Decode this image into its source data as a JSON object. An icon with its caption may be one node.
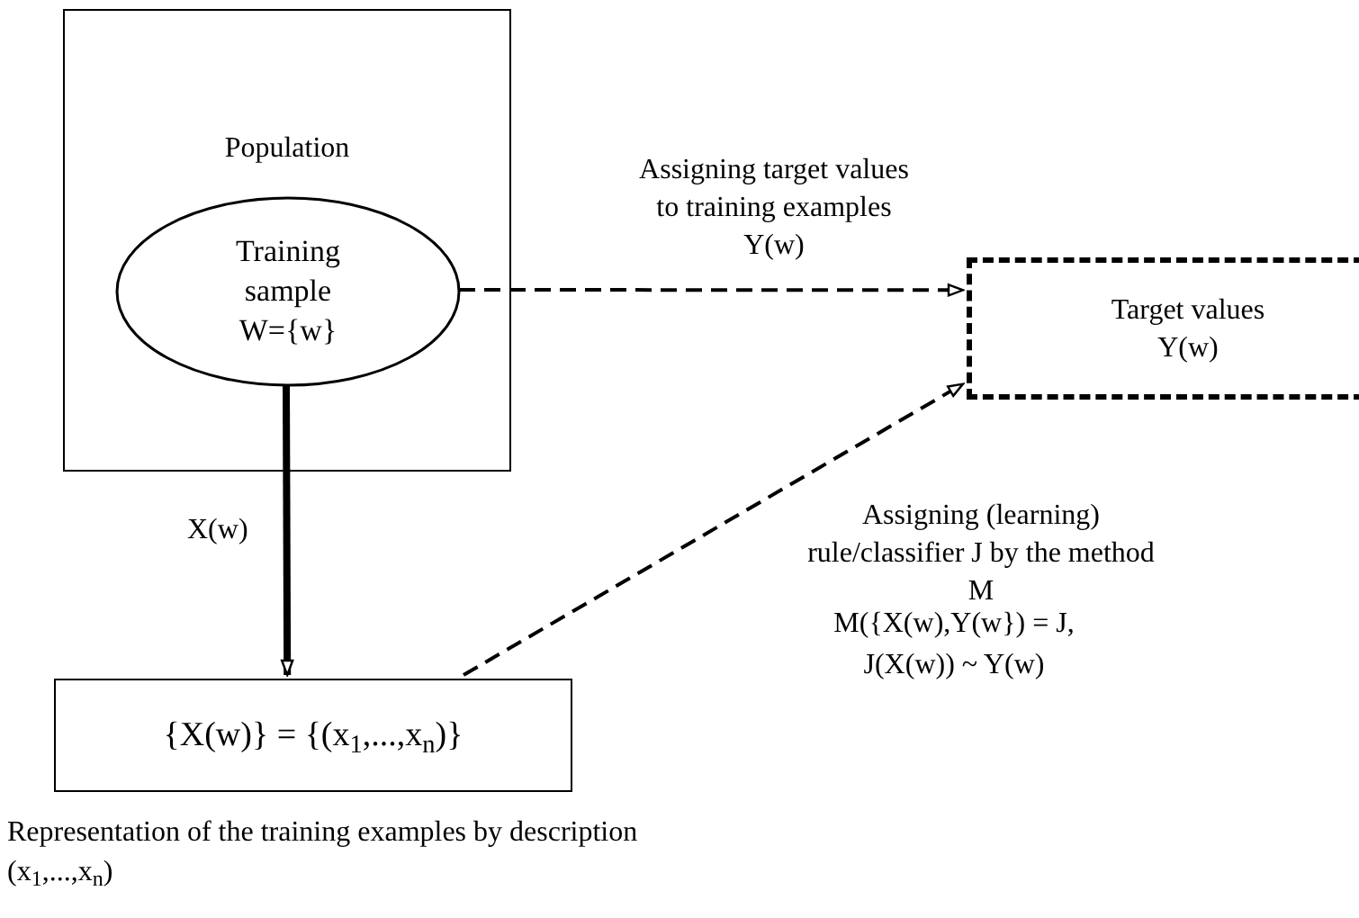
{
  "diagram": {
    "nodes": [
      {
        "text": [
          "Population"
        ]
      },
      {
        "text": [
          "Training sample W={w}"
        ],
        "in": 0
      },
      {
        "text": [
          "Target values Y(w)"
        ]
      },
      {
        "text": [
          "{X(w)} = {(x$_{1}$,...,x$_{n}$)}"
        ],
        "beside": [
          "Representation of the training examples by description (x$_{1}$,...,x$_{n}$)"
        ]
      }
    ],
    "edges": [
      {
        "from": 1,
        "to": 2,
        "arrow": "to",
        "label": "Assigning target values to training examples Y(w)",
        "style": "dashed"
      },
      {
        "from": 1,
        "to": 3,
        "arrow": "to",
        "label": "X(w)",
        "style": "thick"
      },
      {
        "from": 3,
        "to": 2,
        "arrow": "to",
        "label": "Assigning (learning) rule/classifier J by the method M",
        "style": "dashed"
      }
    ],
    "labels": [
      "M({X(w),Y(w}) = J,",
      "J(X(w)) ~ Y(w)"
    ]
  }
}
